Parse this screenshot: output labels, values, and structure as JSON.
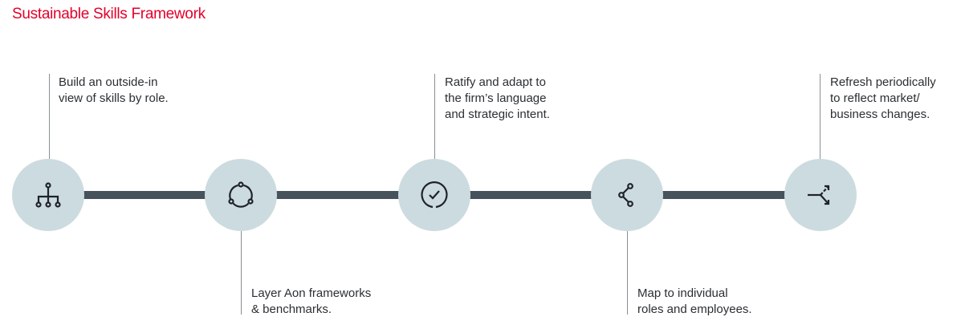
{
  "title": "Sustainable Skills Framework",
  "colors": {
    "title": "#e4002b",
    "bar": "#46525c",
    "node": "#ccdbdf",
    "icon": "#1f2329"
  },
  "steps": [
    {
      "icon": "org-chart-icon",
      "text": "Build an outside-in\nview of skills by role.",
      "position": "top"
    },
    {
      "icon": "cycle-icon",
      "text": "Layer Aon frameworks\n& benchmarks.",
      "position": "bottom"
    },
    {
      "icon": "check-circle-icon",
      "text": "Ratify and adapt to\nthe firm’s language\nand strategic intent.",
      "position": "top"
    },
    {
      "icon": "share-icon",
      "text": "Map to individual\nroles and employees.",
      "position": "bottom"
    },
    {
      "icon": "split-arrows-icon",
      "text": "Refresh periodically\nto reflect market/\nbusiness changes.",
      "position": "top"
    }
  ]
}
